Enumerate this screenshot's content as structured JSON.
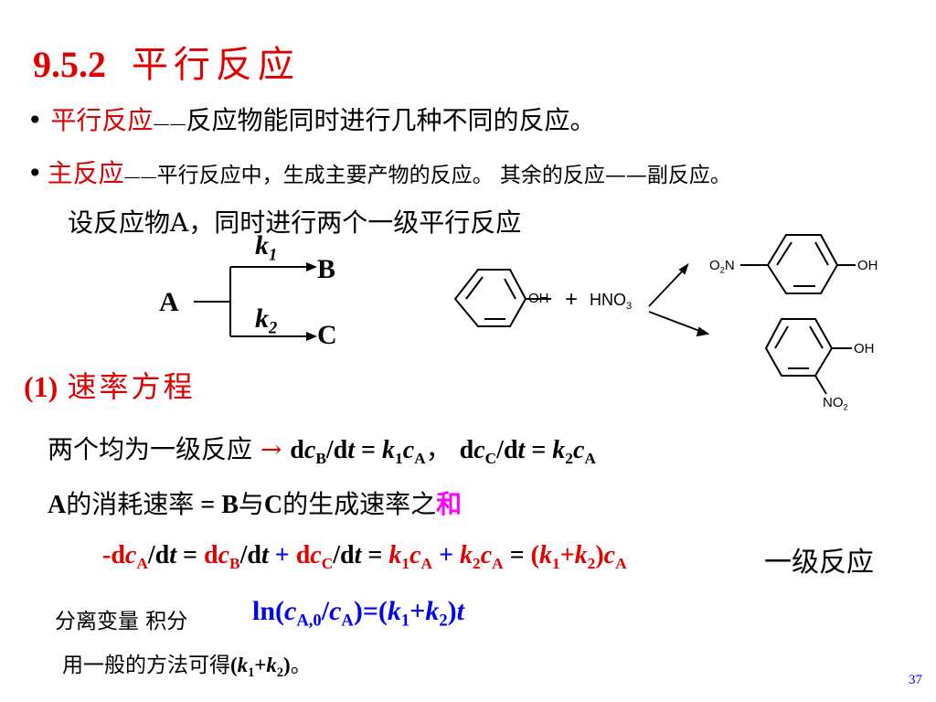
{
  "slide": {
    "title_num": "9.5.2",
    "title_text": "平行反应",
    "page_number": "37"
  },
  "bullets": [
    {
      "marker": "•",
      "term": "平行反应",
      "dash": "——",
      "definition": "反应物能同时进行几种不同的反应。"
    },
    {
      "marker": "•",
      "term": "主反应",
      "dash": "——",
      "definition": "平行反应中，生成主要产物的反应。 其余的反应——副反应。"
    }
  ],
  "intro": "设反应物A，同时进行两个一级平行反应",
  "scheme": {
    "reactant": "A",
    "product_1": "B",
    "product_2": "C",
    "k1": "k",
    "k1_sub": "1",
    "k2": "k",
    "k2_sub": "2"
  },
  "chemistry": {
    "phenol_oh": "OH",
    "plus": "+",
    "reagent": "HNO",
    "reagent_sub": "3",
    "para_no2": "O",
    "para_no2_sub": "2",
    "para_no2_n": "N",
    "para_oh": "OH",
    "ortho_oh": "OH",
    "ortho_no2": "NO",
    "ortho_no2_sub": "2"
  },
  "section1": {
    "num": "(1)",
    "title": "速率方程"
  },
  "line_first_order": {
    "text": "两个均为一级反应",
    "arrow": "→",
    "eq1": {
      "d": "d",
      "c": "c",
      "sub": "B",
      "slash": "/d",
      "t": "t",
      "eq": " = ",
      "k": "k",
      "ksub": "1",
      "c2": "c",
      "c2sub": "A",
      "sep": "，"
    },
    "eq2": {
      "d": "d",
      "c": "c",
      "sub": "C",
      "slash": "/d",
      "t": "t",
      "eq": " = ",
      "k": "k",
      "ksub": "2",
      "c2": "c",
      "c2sub": "A"
    }
  },
  "line_sum": {
    "a": "A",
    "text1": "的消耗速率",
    "eq": " = ",
    "b": "B",
    "text2": "与",
    "c": "C",
    "text3": "的生成速率之",
    "he": "和"
  },
  "big_equation": {
    "minus_d": "-d",
    "c": "c",
    "A": "A",
    "slash_d": "/d",
    "t": "t",
    "eq": " = ",
    "d": "d",
    "B": "B",
    "plus": " + ",
    "C": "C",
    "k": "k",
    "sub1": "1",
    "sub2": "2",
    "lparen": "(",
    "rparen": ")",
    "label": "一级反应"
  },
  "integration": {
    "text": "分离变量  积分",
    "ln": "ln(",
    "c": "c",
    "sub_a0": "A,0",
    "slash": "/",
    "sub_a": "A",
    "mid": ")=(",
    "k": "k",
    "sub1": "1",
    "plus": "+",
    "sub2": "2",
    "close": ")",
    "t": "t"
  },
  "final_line": {
    "text": "用一般的方法可得",
    "open": "(",
    "k": "k",
    "sub1": "1",
    "plus": "+",
    "sub2": "2",
    "close": ")",
    "end": "。"
  }
}
